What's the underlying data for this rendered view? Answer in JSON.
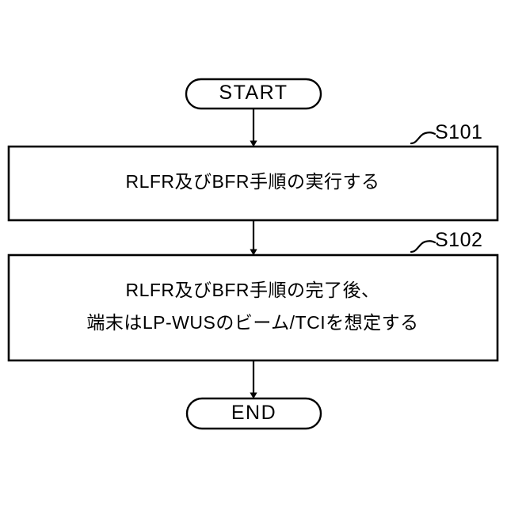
{
  "diagram": {
    "type": "flowchart",
    "orientation": "vertical",
    "background_color": "#ffffff",
    "line_color": "#000000",
    "nodes": {
      "start": {
        "shape": "terminator",
        "label": "START"
      },
      "process1": {
        "shape": "rectangle",
        "label": "RLFR及びBFR手順の実行する",
        "step_ref": "S101"
      },
      "process2": {
        "shape": "rectangle",
        "line1": "RLFR及びBFR手順の完了後、",
        "line2": "端末はLP-WUSのビーム/TCIを想定する",
        "step_ref": "S102"
      },
      "end": {
        "shape": "terminator",
        "label": "END"
      }
    },
    "connectors": [
      {
        "from": "start",
        "to": "process1",
        "style": "arrow-down"
      },
      {
        "from": "process1",
        "to": "process2",
        "style": "arrow-down"
      },
      {
        "from": "process2",
        "to": "end",
        "style": "arrow-down"
      }
    ],
    "leaders": [
      {
        "target": "process1",
        "label": "S101",
        "style": "squiggle"
      },
      {
        "target": "process2",
        "label": "S102",
        "style": "squiggle"
      }
    ]
  }
}
